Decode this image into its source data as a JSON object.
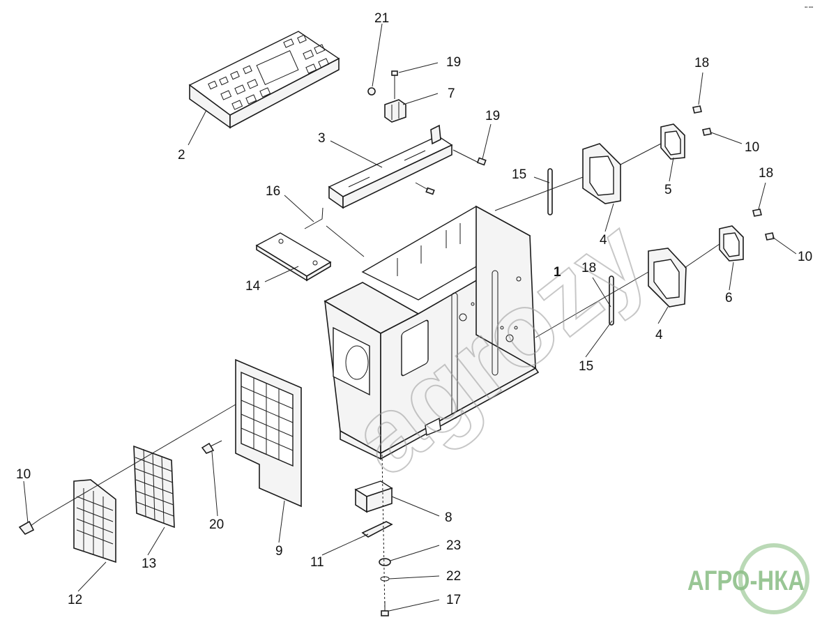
{
  "watermark": {
    "text": "agrozy"
  },
  "logo": {
    "text": "АГРО-НКА",
    "color": "#8fc08a"
  },
  "corner_mark": "▪▪ ▪▪▪",
  "callouts": [
    {
      "id": "c21",
      "label": "21"
    },
    {
      "id": "c19a",
      "label": "19"
    },
    {
      "id": "c7",
      "label": "7"
    },
    {
      "id": "c19b",
      "label": "19"
    },
    {
      "id": "c3",
      "label": "3"
    },
    {
      "id": "c2",
      "label": "2"
    },
    {
      "id": "c16",
      "label": "16"
    },
    {
      "id": "c14",
      "label": "14"
    },
    {
      "id": "c15a",
      "label": "15"
    },
    {
      "id": "c4a",
      "label": "4"
    },
    {
      "id": "c18a",
      "label": "18"
    },
    {
      "id": "c10a",
      "label": "10"
    },
    {
      "id": "c5",
      "label": "5"
    },
    {
      "id": "c18b",
      "label": "18"
    },
    {
      "id": "c10b",
      "label": "10"
    },
    {
      "id": "c6",
      "label": "6"
    },
    {
      "id": "c1",
      "label": "1"
    },
    {
      "id": "c18c",
      "label": "18"
    },
    {
      "id": "c4b",
      "label": "4"
    },
    {
      "id": "c15b",
      "label": "15"
    },
    {
      "id": "c10c",
      "label": "10"
    },
    {
      "id": "c12",
      "label": "12"
    },
    {
      "id": "c13",
      "label": "13"
    },
    {
      "id": "c20",
      "label": "20"
    },
    {
      "id": "c9",
      "label": "9"
    },
    {
      "id": "c8",
      "label": "8"
    },
    {
      "id": "c11",
      "label": "11"
    },
    {
      "id": "c23",
      "label": "23"
    },
    {
      "id": "c22",
      "label": "22"
    },
    {
      "id": "c17",
      "label": "17"
    }
  ]
}
